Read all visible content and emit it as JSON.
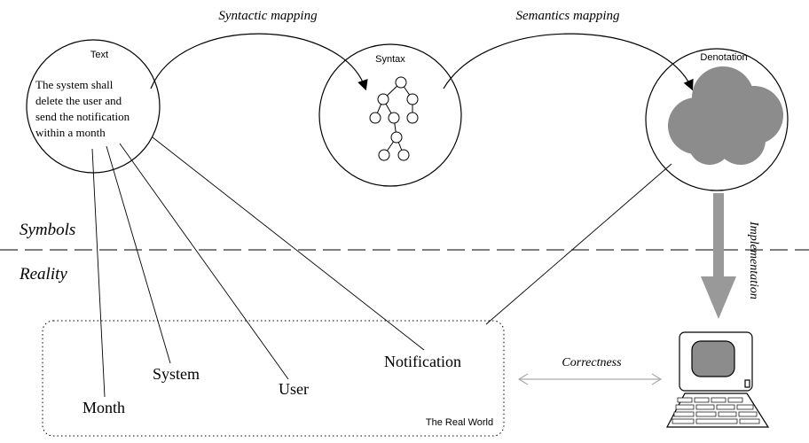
{
  "mappings": {
    "syntactic": "Syntactic mapping",
    "semantics": "Semantics mapping",
    "implementation": "Implementation",
    "correctness": "Correctness"
  },
  "circles": {
    "text": {
      "title": "Text",
      "lines": [
        "The system shall",
        "delete the user and",
        "send the notification",
        "within a month"
      ]
    },
    "syntax": {
      "title": "Syntax"
    },
    "denotation": {
      "title": "Denotation"
    }
  },
  "layers": {
    "symbols": "Symbols",
    "reality": "Reality"
  },
  "real_world": {
    "caption": "The Real World",
    "entities": {
      "month": "Month",
      "system": "System",
      "user": "User",
      "notification": "Notification"
    }
  },
  "colors": {
    "stroke": "#000000",
    "cloud": "#8c8c8c",
    "arrow_gray": "#999999",
    "correctness_arrow": "#aaaaaa",
    "monitor_screen": "#8c8c8c"
  }
}
